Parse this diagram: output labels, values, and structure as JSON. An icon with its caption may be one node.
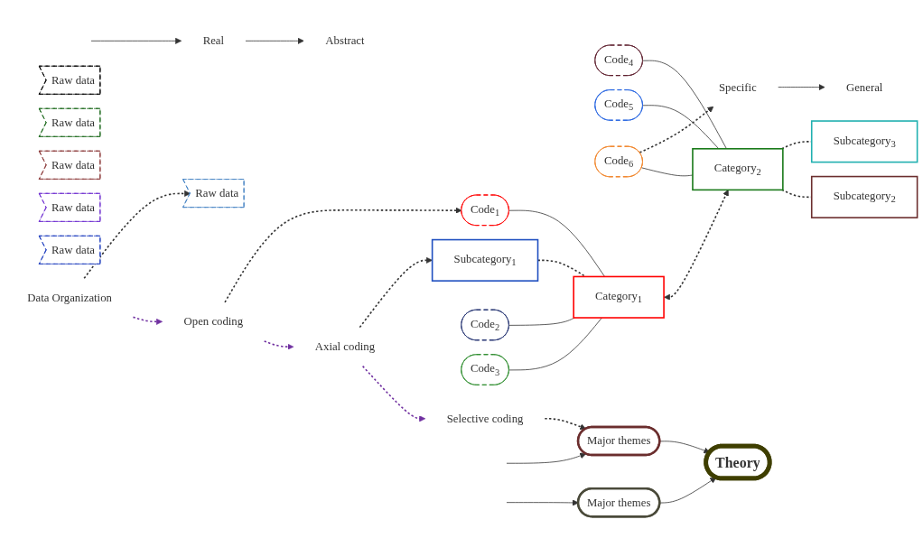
{
  "diagram": {
    "nodes": [
      {
        "text": [
          "Data Organization"
        ]
      },
      {
        "text": [
          "Open coding"
        ]
      },
      {
        "text": [
          "Axial coding"
        ]
      },
      {
        "text": [
          "Selective coding"
        ]
      },
      {
        "text": [
          "Real"
        ]
      },
      {
        "text": [
          "Abstract"
        ]
      },
      {
        "text": [
          "Raw data"
        ]
      },
      {
        "text": [
          "Raw data"
        ]
      },
      {
        "text": [
          "Raw data"
        ]
      },
      {
        "text": [
          "Raw data"
        ]
      },
      {
        "text": [
          "Raw data"
        ]
      },
      {
        "text": [
          "Raw data"
        ]
      },
      {
        "text": [
          "Code$_{1}$"
        ]
      },
      {
        "text": [
          "Code$_{2}$"
        ]
      },
      {
        "text": [
          "Code$_{3}$"
        ]
      },
      {
        "text": [
          "Code$_{4}$"
        ]
      },
      {
        "text": [
          "Code$_{5}$"
        ]
      },
      {
        "text": [
          "Code$_{6}$"
        ]
      },
      {
        "text": [
          "Subcategory$_{1}$"
        ]
      },
      {
        "text": [
          "Category$_{1}$"
        ]
      },
      {
        "text": [
          "Category$_{2}$"
        ]
      },
      {
        "text": [
          "Subcategory$_{2}$"
        ]
      },
      {
        "text": [
          "Subcategory$_{3}$"
        ]
      },
      {
        "text": [
          "Major themes"
        ]
      },
      {
        "text": [
          "Major themes"
        ]
      },
      {
        "text": [
          "Theory"
        ]
      },
      {
        "text": [
          "Specific"
        ]
      },
      {
        "text": [
          "General"
        ]
      }
    ],
    "edges": [
      {
        "from": 0,
        "to": 1,
        "arrow": "to",
        "style": "dashed",
        "color": "#7030a0"
      },
      {
        "from": 1,
        "to": 2,
        "arrow": "to",
        "style": "dashed",
        "color": "#7030a0"
      },
      {
        "from": 2,
        "to": 3,
        "arrow": "to",
        "style": "dashed",
        "color": "#7030a0"
      },
      {
        "from": 0,
        "to": 6,
        "arrow": "to",
        "style": "dashed"
      },
      {
        "from": 1,
        "to": 12,
        "arrow": "to",
        "style": "dashed"
      },
      {
        "from": 2,
        "to": 18,
        "arrow": "to",
        "style": "dashed"
      },
      {
        "from": 3,
        "to": 23,
        "arrow": "to",
        "style": "dashed"
      },
      {
        "from": null,
        "to": 4,
        "arrow": "to"
      },
      {
        "from": 4,
        "to": 5,
        "arrow": "to"
      },
      {
        "from": 12,
        "to": 19,
        "arrow": "none"
      },
      {
        "from": 13,
        "to": 19,
        "arrow": "none"
      },
      {
        "from": 14,
        "to": 19,
        "arrow": "none"
      },
      {
        "from": 18,
        "to": 19,
        "arrow": "none",
        "style": "dashed"
      },
      {
        "from": 19,
        "to": 20,
        "arrow": "both",
        "style": "dashed"
      },
      {
        "from": null,
        "to": 23,
        "arrow": "to"
      },
      {
        "from": null,
        "to": 24,
        "arrow": "to"
      },
      {
        "from": 15,
        "to": 20,
        "arrow": "none"
      },
      {
        "from": 16,
        "to": 20,
        "arrow": "none"
      },
      {
        "from": 17,
        "to": 20,
        "arrow": "none"
      },
      {
        "from": 20,
        "to": 21,
        "arrow": "none",
        "style": "dashed"
      },
      {
        "from": 20,
        "to": 22,
        "arrow": "none",
        "style": "dashed"
      },
      {
        "from": 23,
        "to": 25,
        "arrow": "to"
      },
      {
        "from": 24,
        "to": 25,
        "arrow": "to"
      },
      {
        "from": 17,
        "to": 26,
        "arrow": "to",
        "style": "dashed"
      },
      {
        "from": 26,
        "to": 27,
        "arrow": "to"
      }
    ]
  }
}
